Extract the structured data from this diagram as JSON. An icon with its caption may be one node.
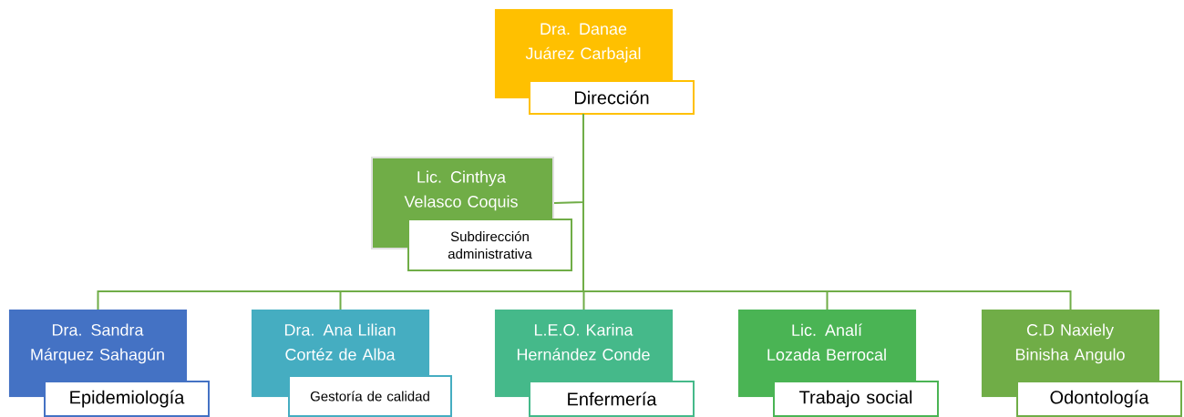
{
  "diagram": {
    "nodes": [
      {
        "text": [
          "Dra. Danae Juárez Carbajal",
          "Dirección"
        ]
      },
      {
        "text": [
          "Lic. Cinthya Velasco Coquis",
          "Subdirección administrativa"
        ]
      },
      {
        "text": [
          "Dra. Sandra Márquez Sahagún",
          "Epidemiología"
        ]
      },
      {
        "text": [
          "Dra. Ana Lilian Cortéz de Alba",
          "Gestoría de calidad"
        ]
      },
      {
        "text": [
          "L.E.O. Karina Hernández Conde",
          "Enfermería"
        ]
      },
      {
        "text": [
          "Lic. Analí Lozada Berrocal",
          "Trabajo social"
        ]
      },
      {
        "text": [
          "C.D Naxiely Binisha Angulo",
          "Odontología"
        ]
      }
    ],
    "edges": [
      {
        "from": 0,
        "to": 1,
        "arrow": "none"
      },
      {
        "from": 0,
        "to": 2,
        "arrow": "none"
      },
      {
        "from": 0,
        "to": 3,
        "arrow": "none"
      },
      {
        "from": 0,
        "to": 4,
        "arrow": "none"
      },
      {
        "from": 0,
        "to": 5,
        "arrow": "none"
      },
      {
        "from": 0,
        "to": 6,
        "arrow": "none"
      }
    ]
  }
}
